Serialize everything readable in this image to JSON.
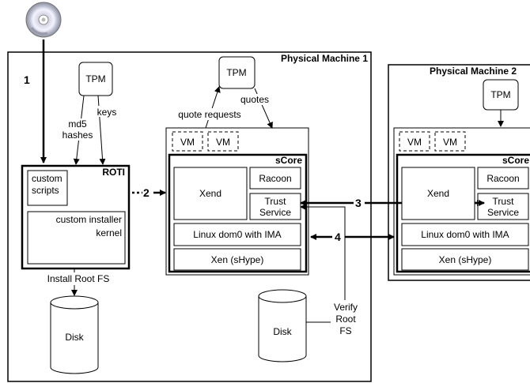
{
  "machine1": {
    "title": "Physical Machine 1",
    "tpm": "TPM",
    "tpm_left": "TPM",
    "md5_line1": "md5",
    "md5_line2": "hashes",
    "keys": "keys",
    "quote_requests": "quote requests",
    "quotes": "quotes",
    "vm1": "VM",
    "vm2": "VM",
    "score": "sCore",
    "xend": "Xend",
    "racoon": "Racoon",
    "trust_line1": "Trust",
    "trust_line2": "Service",
    "dom0": "Linux dom0 with IMA",
    "xen": "Xen (sHype)",
    "roti": "ROTI",
    "custom_scripts_line1": "custom",
    "custom_scripts_line2": "scripts",
    "installer_line1": "custom installer",
    "installer_line2": "kernel",
    "install_root_fs": "Install Root FS",
    "disk_left": "Disk",
    "disk_right": "Disk",
    "verify_line1": "Verify",
    "verify_line2": "Root",
    "verify_line3": "FS"
  },
  "machine2": {
    "title": "Physical Machine 2",
    "tpm": "TPM",
    "vm1": "VM",
    "vm2": "VM",
    "score": "sCore",
    "xend": "Xend",
    "racoon": "Racoon",
    "trust_line1": "Trust",
    "trust_line2": "Service",
    "dom0": "Linux dom0 with IMA",
    "xen": "Xen (sHype)"
  },
  "steps": [
    "1",
    "2",
    "3",
    "4"
  ]
}
